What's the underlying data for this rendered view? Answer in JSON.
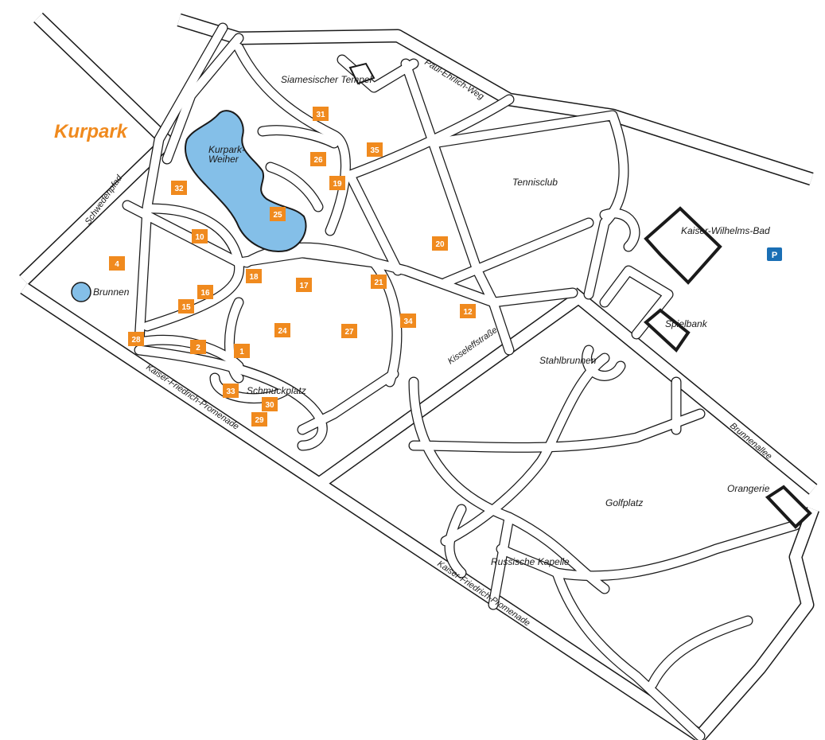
{
  "title": "Kurpark",
  "colors": {
    "accent": "#f08a1e",
    "water": "#84bfe8",
    "parking": "#1a6fb5",
    "line": "#1a1a1a"
  },
  "streets": {
    "schwedenpfad": "Schwedenpfad",
    "paul_ehrlich": "Paul-Ehrlich-Weg",
    "kaiser_friedrich_1": "Kaiser-Friedrich-Promenade",
    "kaiser_friedrich_2": "Kaiser-Friedrich-Promenade",
    "kisseleff": "Kisseleffstraße",
    "brunnenallee": "Brunnenallee"
  },
  "places": {
    "siamesischer_tempel": "Siamesischer Tempel",
    "kurpark_weiher_1": "Kurpark-",
    "kurpark_weiher_2": "Weiher",
    "tennisclub": "Tennisclub",
    "kaiser_wilhelms_bad": "Kaiser-Wilhelms-Bad",
    "spielbank": "Spielbank",
    "stahlbrunnen": "Stahlbrunnen",
    "brunnen": "Brunnen",
    "schmuckplatz": "Schmuckplatz",
    "orangerie": "Orangerie",
    "golfplatz": "Golfplatz",
    "russische_kapelle": "Russische Kapelle"
  },
  "parking": "P",
  "markers": [
    "31",
    "35",
    "26",
    "19",
    "32",
    "25",
    "10",
    "20",
    "4",
    "18",
    "17",
    "21",
    "16",
    "15",
    "34",
    "12",
    "24",
    "27",
    "28",
    "2",
    "1",
    "33",
    "30",
    "29"
  ]
}
